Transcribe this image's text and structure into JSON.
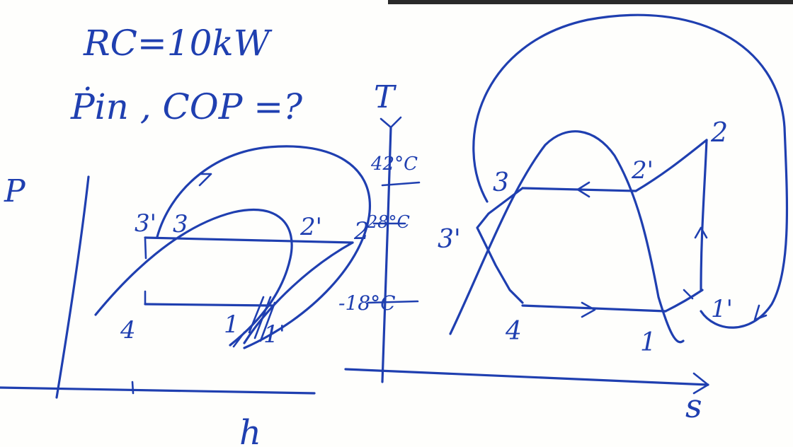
{
  "givens": {
    "line1": "RC=10kW",
    "line2": "Ṗin , COP =?"
  },
  "ph_diagram": {
    "y_axis_label": "P",
    "x_axis_label": "h",
    "points": {
      "p3prime": "3'",
      "p3": "3",
      "p2prime": "2'",
      "p2": "2",
      "p4": "4",
      "p1": "1",
      "p1prime": "1'"
    }
  },
  "ts_diagram": {
    "y_axis_label": "T",
    "x_axis_label": "s",
    "temps": {
      "t_top": "42°C",
      "t_mid": "28°C",
      "t_low": "-18°C"
    },
    "points": {
      "p3": "3",
      "p3prime": "3'",
      "p2prime": "2'",
      "p2": "2",
      "p4": "4",
      "p1": "1",
      "p1prime": "1'"
    }
  },
  "colors": {
    "ink": "#1f3fb0",
    "paper": "#fefefc"
  }
}
